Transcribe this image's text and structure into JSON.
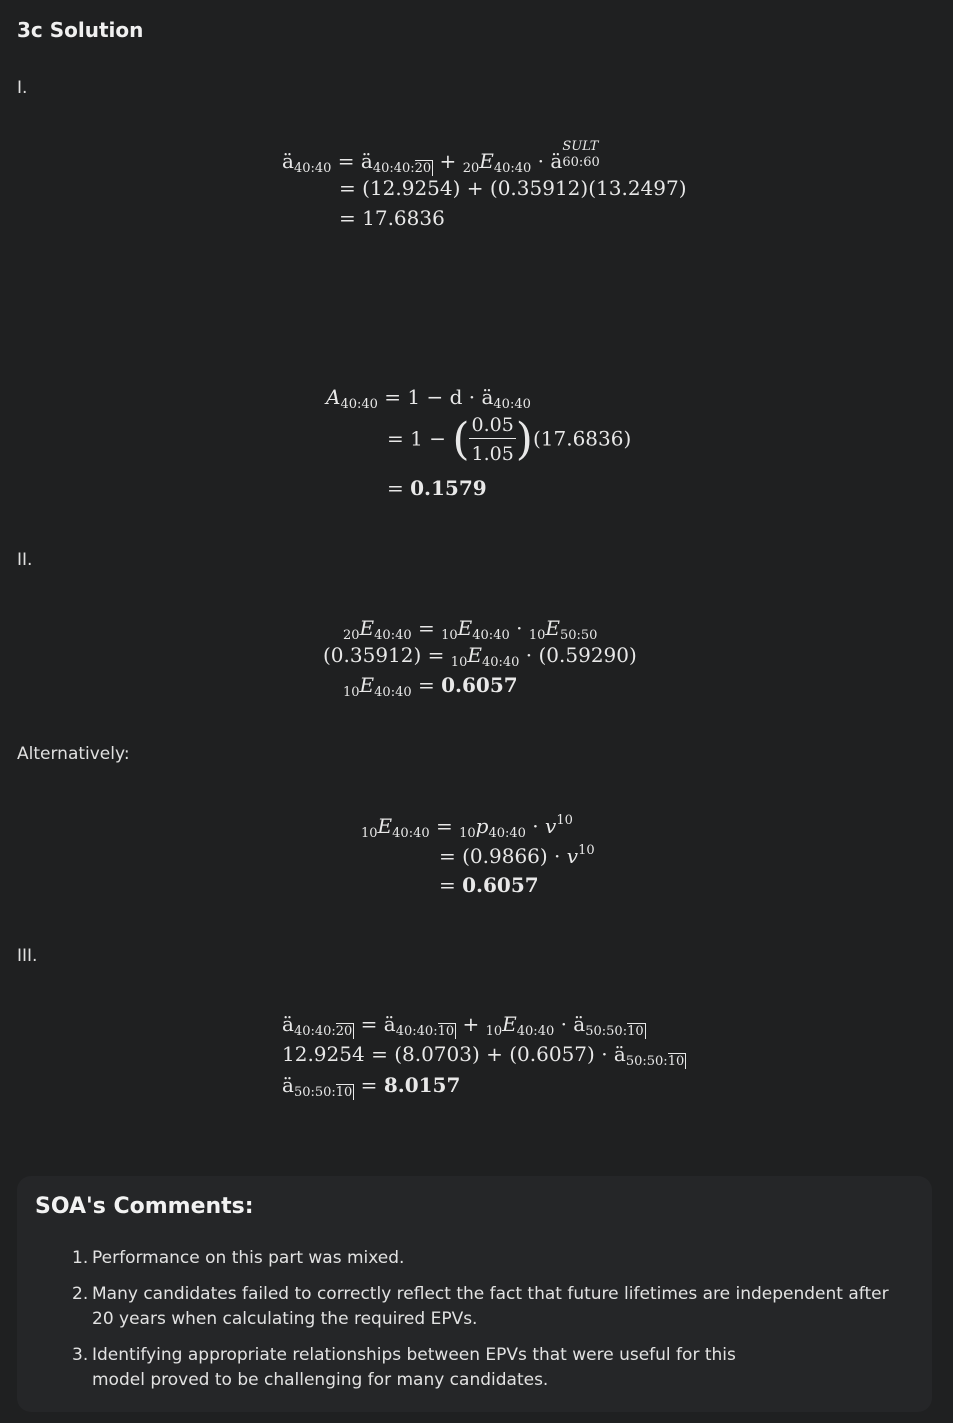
{
  "title": "3c Solution",
  "labels": {
    "part1": "I.",
    "part2": "II.",
    "alternatively": "Alternatively:",
    "part3": "III."
  },
  "eq1": {
    "line2": "= (12.9254) + (0.35912)(13.2497)",
    "line3": "= 17.6836"
  },
  "eq2": {
    "line1_rhs": "= 1 − d · ä",
    "frac_num": "0.05",
    "frac_den": "1.05",
    "line2_tail": "(17.6836)",
    "line3_result": "0.1579"
  },
  "eq3": {
    "line2_lhs": "(0.35912)",
    "line2_tail": "· (0.59290)",
    "line3_result": "0.6057"
  },
  "eq4": {
    "line2": "= (0.9866) · ",
    "line3_result": "0.6057"
  },
  "eq5": {
    "line2_lhs": "12.9254",
    "line2_mid": "= (8.0703) + (0.6057) · ä",
    "line3_result": "8.0157"
  },
  "comments": {
    "title": "SOA's Comments:",
    "items": [
      "Performance on this part was mixed.",
      "Many candidates failed to correctly reflect the fact that future lifetimes are independent after 20 years when calculating the required EPVs.",
      "Identifying appropriate relationships between EPVs that were useful for this model proved to be challenging for many candidates."
    ]
  }
}
